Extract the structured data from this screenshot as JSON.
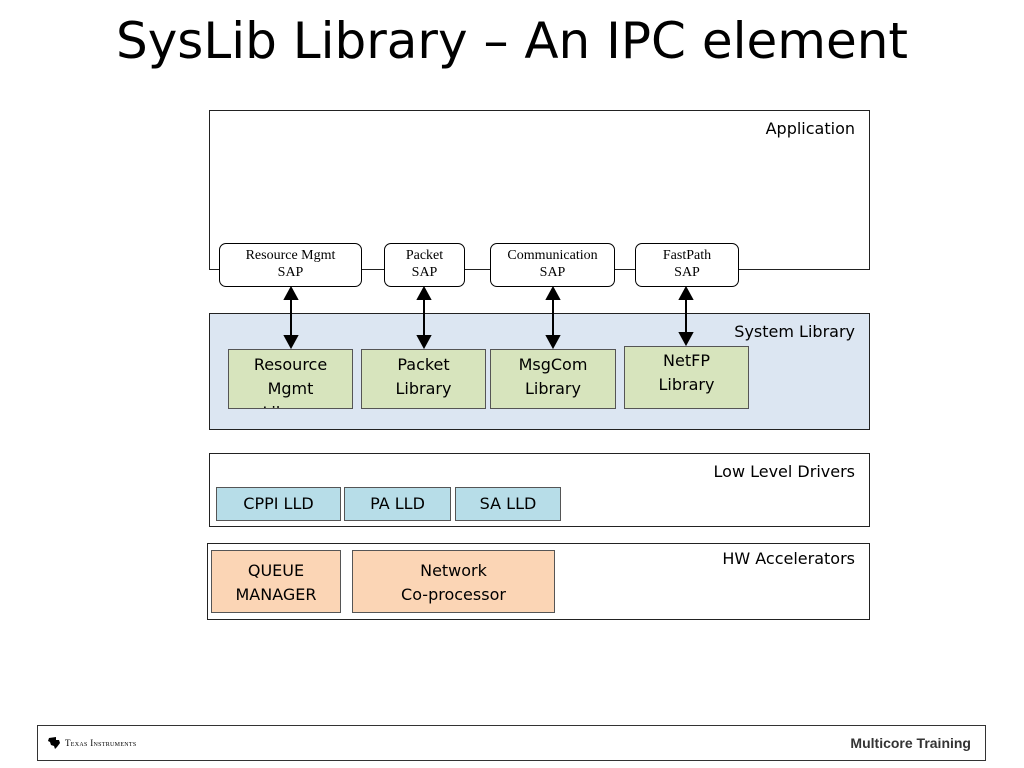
{
  "title": "SysLib Library – An IPC element",
  "diagram": {
    "layers": {
      "application": "Application",
      "system_library": "System Library",
      "low_level_drivers": "Low Level Drivers",
      "hw_accelerators": "HW Accelerators"
    },
    "saps": [
      {
        "line1": "Resource Mgmt",
        "line2": "SAP"
      },
      {
        "line1": "Packet",
        "line2": "SAP"
      },
      {
        "line1": "Communication",
        "line2": "SAP"
      },
      {
        "line1": "FastPath",
        "line2": "SAP"
      }
    ],
    "libraries": [
      {
        "line1": "Resource",
        "line2": "Mgmt",
        "line3": "Library"
      },
      {
        "line1": "Packet",
        "line2": "Library"
      },
      {
        "line1": "MsgCom",
        "line2": "Library"
      },
      {
        "line1": "NetFP",
        "line2": "Library"
      }
    ],
    "drivers": [
      "CPPI LLD",
      "PA LLD",
      "SA LLD"
    ],
    "hardware": [
      {
        "line1": "QUEUE",
        "line2": "MANAGER"
      },
      {
        "line1": "Network",
        "line2": "Co-processor"
      }
    ],
    "connections": [
      {
        "from": "Resource Mgmt SAP",
        "to": "Resource Mgmt Library",
        "direction": "bidirectional"
      },
      {
        "from": "Packet SAP",
        "to": "Packet Library",
        "direction": "bidirectional"
      },
      {
        "from": "Communication SAP",
        "to": "MsgCom Library",
        "direction": "bidirectional"
      },
      {
        "from": "FastPath SAP",
        "to": "NetFP Library",
        "direction": "bidirectional"
      }
    ]
  },
  "colors": {
    "system_library_bg": "#dce6f2",
    "library_box": "#d7e4bd",
    "driver_box": "#b7dde8",
    "hw_box": "#fbd5b5"
  },
  "footer": {
    "logo_icon": "texas-instruments-logo",
    "brand": "Texas Instruments",
    "right_text": "Multicore Training"
  }
}
